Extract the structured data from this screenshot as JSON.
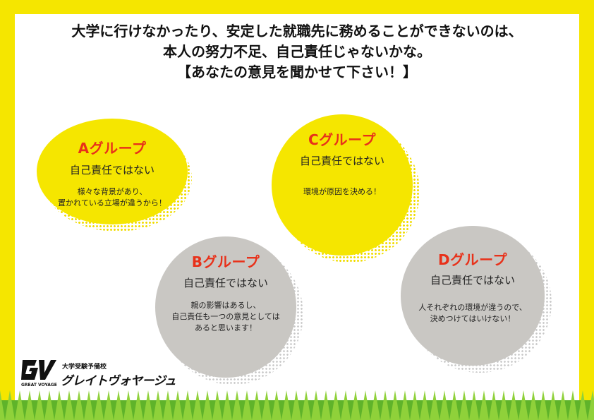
{
  "heading": {
    "line1": "大学に行けなかったり、安定した就職先に務めることができないのは、",
    "line2": "本人の努力不足、自己責任じゃないかな。",
    "line3": "【あなたの意見を聞かせて下さい！】"
  },
  "groups": [
    {
      "title": "Aグループ",
      "subtitle": "自己責任ではない",
      "body_lines": [
        "様々な背景があり、",
        "置かれている立場が違うから！"
      ]
    },
    {
      "title": "Bグループ",
      "subtitle": "自己責任ではない",
      "body_lines": [
        "親の影響はあるし、",
        "自己責任も一つの意見としては",
        "あると思います！"
      ]
    },
    {
      "title": "Cグループ",
      "subtitle": "自己責任ではない",
      "body_lines": [
        "環境が原因を決める！"
      ]
    },
    {
      "title": "Dグループ",
      "subtitle": "自己責任ではない",
      "body_lines": [
        "人それぞれの環境が違うので、",
        "決めつけてはいけない！"
      ]
    }
  ],
  "logo": {
    "mark": "GV",
    "tagline": "大学受験予備校",
    "name": "グレイトヴォヤージュ",
    "english": "GREAT VOYAGE"
  },
  "colors": {
    "frame": "#f5e600",
    "circle_yellow": "#f5e600",
    "circle_gray": "#c9c7c3",
    "group_title": "#e8311a",
    "grass_light": "#8fd13a",
    "grass_dark": "#5fb32a"
  }
}
